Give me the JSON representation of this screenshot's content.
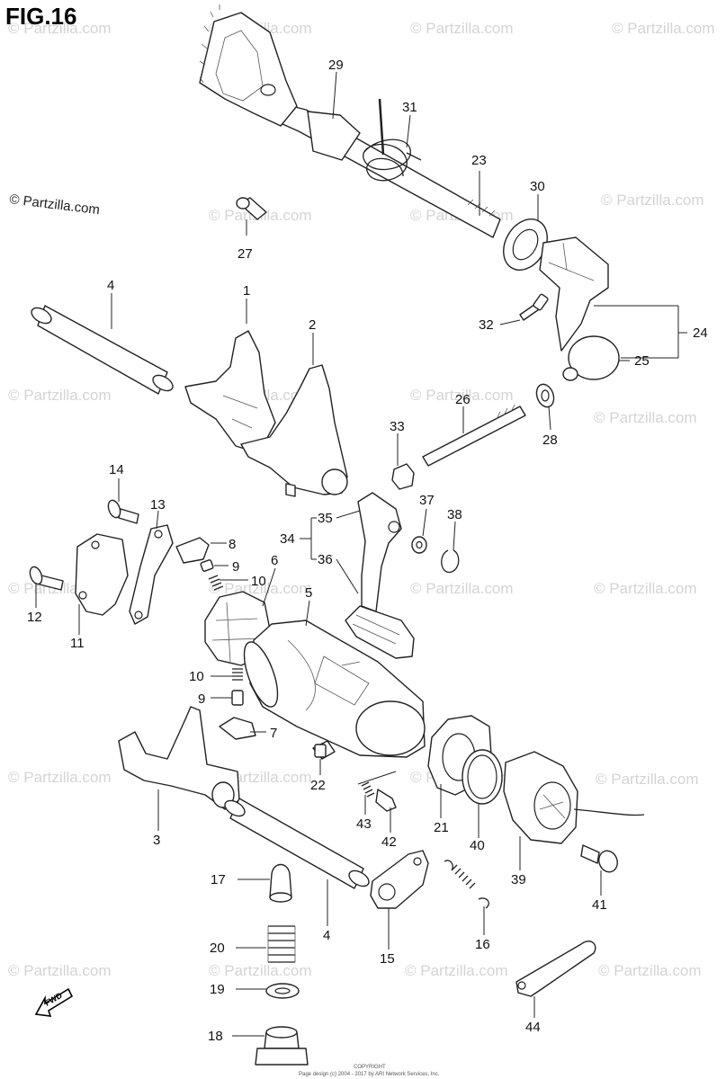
{
  "figure": {
    "title": "FIG.16"
  },
  "copyright": {
    "text": "© Partzilla.com"
  },
  "watermark": {
    "text": "© Partzilla.com"
  },
  "footer": {
    "copyright_small": "COPYRIGHT",
    "notice_small": "Page design (c) 2004 - 2017 by ARI Network Services, Inc."
  },
  "direction_arrow": {
    "label": "FWD"
  },
  "callouts": {
    "c1": "1",
    "c2": "2",
    "c3": "3",
    "c4a": "4",
    "c4b": "4",
    "c5": "5",
    "c6": "6",
    "c7": "7",
    "c8": "8",
    "c9a": "9",
    "c9b": "9",
    "c10a": "10",
    "c10b": "10",
    "c11": "11",
    "c12": "12",
    "c13": "13",
    "c14": "14",
    "c15": "15",
    "c16": "16",
    "c17": "17",
    "c18": "18",
    "c19": "19",
    "c20": "20",
    "c21": "21",
    "c22": "22",
    "c23": "23",
    "c24": "24",
    "c25": "25",
    "c26": "26",
    "c27": "27",
    "c28": "28",
    "c29": "29",
    "c30": "30",
    "c31": "31",
    "c32": "32",
    "c33": "33",
    "c34": "34",
    "c35": "35",
    "c36": "36",
    "c37": "37",
    "c38": "38",
    "c39": "39",
    "c40": "40",
    "c41": "41",
    "c42": "42",
    "c43": "43",
    "c44": "44"
  }
}
